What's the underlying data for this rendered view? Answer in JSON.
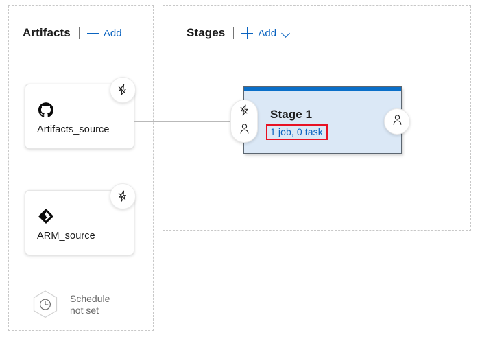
{
  "panels": {
    "artifacts": {
      "title": "Artifacts",
      "add_label": "Add",
      "add_icon": "plus-icon",
      "divider": "|"
    },
    "stages": {
      "title": "Stages",
      "add_label": "Add",
      "add_icon": "plus-icon",
      "chevron_icon": "chevron-down-icon",
      "divider": "|"
    }
  },
  "artifacts": [
    {
      "label": "Artifacts_source",
      "icon": "github-icon",
      "trigger_icon": "lightning-bolt-icon"
    },
    {
      "label": "ARM_source",
      "icon": "azure-repos-icon",
      "trigger_icon": "lightning-bolt-icon"
    }
  ],
  "schedule": {
    "icon": "clock-icon",
    "line1": "Schedule",
    "line2": "not set"
  },
  "stage": {
    "title": "Stage 1",
    "jobs_tasks_link": "1 job, 0 task",
    "pre_badges": [
      "lightning-bolt-icon",
      "person-icon"
    ],
    "post_badges": [
      "person-icon"
    ]
  },
  "colors": {
    "accent_blue": "#0b64c0",
    "stage_bar_blue": "#0a6fc9",
    "stage_fill": "#dbe8f6",
    "stage_border": "#5c6670",
    "annotation_red": "#e81123",
    "panel_dash": "#c8c8c8",
    "muted_text": "#6b6b6b",
    "connector": "#b9b9b9"
  }
}
